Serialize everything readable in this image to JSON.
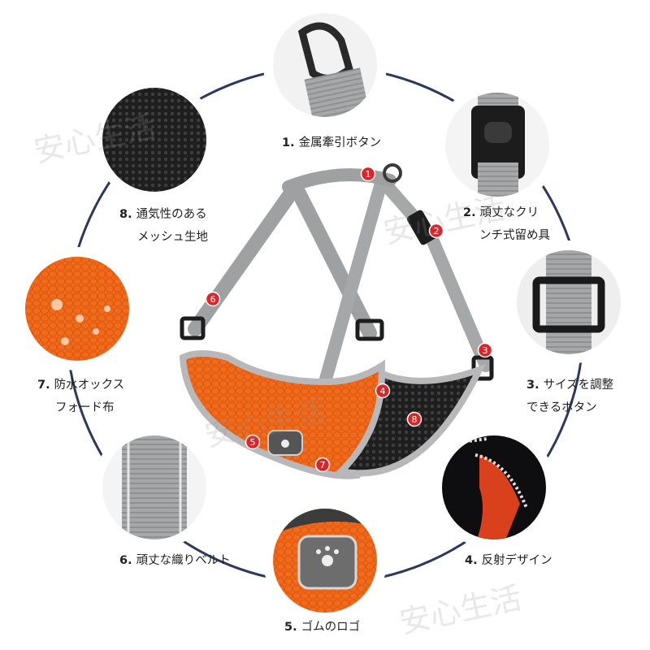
{
  "watermark": "安心生活",
  "colors": {
    "ring": "#2b3a5c",
    "badge": "#d9262a",
    "orange": "#f26a1b",
    "gray_strap": "#a9aaac",
    "mesh_black": "#2a2a2a"
  },
  "callouts": [
    {
      "num": "1.",
      "line1": "金属牽引ボタン",
      "line2": ""
    },
    {
      "num": "2.",
      "line1": "頑丈なクリ",
      "line2": "ンチ式留め具"
    },
    {
      "num": "3.",
      "line1": "サイズを調整",
      "line2": "できるボタン"
    },
    {
      "num": "4.",
      "line1": "反射デザイン",
      "line2": ""
    },
    {
      "num": "5.",
      "line1": "ゴムのロゴ",
      "line2": ""
    },
    {
      "num": "6.",
      "line1": "頑丈な織りベルト",
      "line2": ""
    },
    {
      "num": "7.",
      "line1": "防水オックス",
      "line2": "フォード布"
    },
    {
      "num": "8.",
      "line1": "通気性のある",
      "line2": "メッシュ生地"
    }
  ],
  "badges": [
    "1",
    "2",
    "3",
    "4",
    "5",
    "6",
    "7",
    "8"
  ]
}
